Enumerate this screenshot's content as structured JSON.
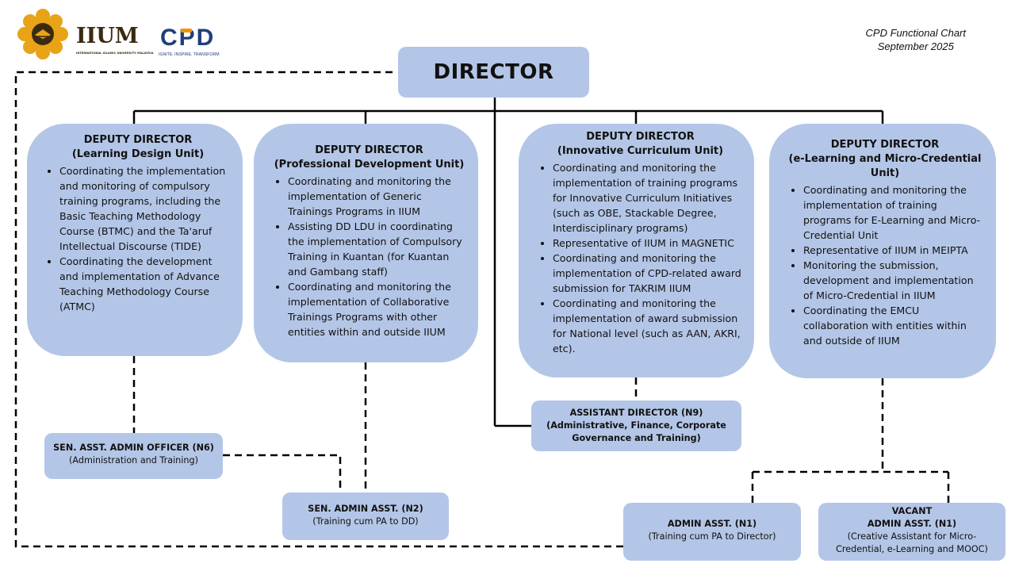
{
  "logos": {
    "iium": "IIUM",
    "iium_sub": "INTERNATIONAL ISLAMIC UNIVERSITY MALAYSIA",
    "cpd": "CPD",
    "cpd_tagline": "IGNITE. INSPIRE. TRANSFORM"
  },
  "header_note": {
    "title": "CPD Functional Chart",
    "date": "September 2025"
  },
  "director": {
    "title": "DIRECTOR"
  },
  "deputies": [
    {
      "title": "DEPUTY DIRECTOR",
      "unit": "(Learning Design Unit)",
      "duties": [
        "Coordinating the implementation and monitoring of compulsory training programs, including the Basic Teaching Methodology Course (BTMC) and the Ta'aruf Intellectual Discourse (TIDE)",
        "Coordinating the development and implementation of Advance Teaching Methodology Course (ATMC)"
      ]
    },
    {
      "title": "DEPUTY DIRECTOR",
      "unit": "(Professional Development Unit)",
      "duties": [
        "Coordinating and monitoring the implementation of Generic Trainings Programs in IIUM",
        "Assisting DD LDU in coordinating the implementation of Compulsory Training in Kuantan (for Kuantan and Gambang staff)",
        "Coordinating and monitoring the implementation of Collaborative Trainings Programs with other entities within and outside IIUM"
      ]
    },
    {
      "title": "DEPUTY DIRECTOR",
      "unit": "(Innovative Curriculum Unit)",
      "duties": [
        "Coordinating and monitoring the implementation of training programs for Innovative Curriculum Initiatives (such as OBE, Stackable Degree, Interdisciplinary programs)",
        "Representative of IIUM in MAGNETIC",
        "Coordinating and monitoring the implementation of CPD-related award submission for TAKRIM IIUM",
        "Coordinating and monitoring the implementation of award submission for National level (such as AAN, AKRI, etc)."
      ]
    },
    {
      "title": "DEPUTY DIRECTOR",
      "unit": "(e-Learning and Micro-Credential Unit)",
      "duties": [
        "Coordinating and monitoring the implementation of training programs for E-Learning and Micro-Credential Unit",
        "Representative of IIUM in MEIPTA",
        "Monitoring the submission, development and implementation of Micro-Credential in IIUM",
        "Coordinating the EMCU collaboration with entities within and outside of IIUM"
      ]
    }
  ],
  "staff": {
    "assistant_director": {
      "title": "ASSISTANT DIRECTOR (N9)",
      "sub": "(Administrative, Finance, Corporate Governance and Training)"
    },
    "sen_asst_admin_officer": {
      "title": "SEN. ASST. ADMIN OFFICER (N6)",
      "sub": "(Administration and Training)"
    },
    "sen_admin_asst": {
      "title": "SEN. ADMIN ASST. (N2)",
      "sub": "(Training cum PA to DD)"
    },
    "admin_asst": {
      "title": "ADMIN ASST. (N1)",
      "sub": "(Training cum PA to Director)"
    },
    "vacant": {
      "status": "VACANT",
      "title": "ADMIN ASST. (N1)",
      "sub": "(Creative Assistant for Micro-Credential, e-Learning and MOOC)"
    }
  },
  "colors": {
    "box_fill": "#b4c6e7",
    "line": "#000000",
    "iium_gold": "#e8a317",
    "cpd_blue": "#1f3f7a",
    "cpd_orange": "#f39200"
  }
}
